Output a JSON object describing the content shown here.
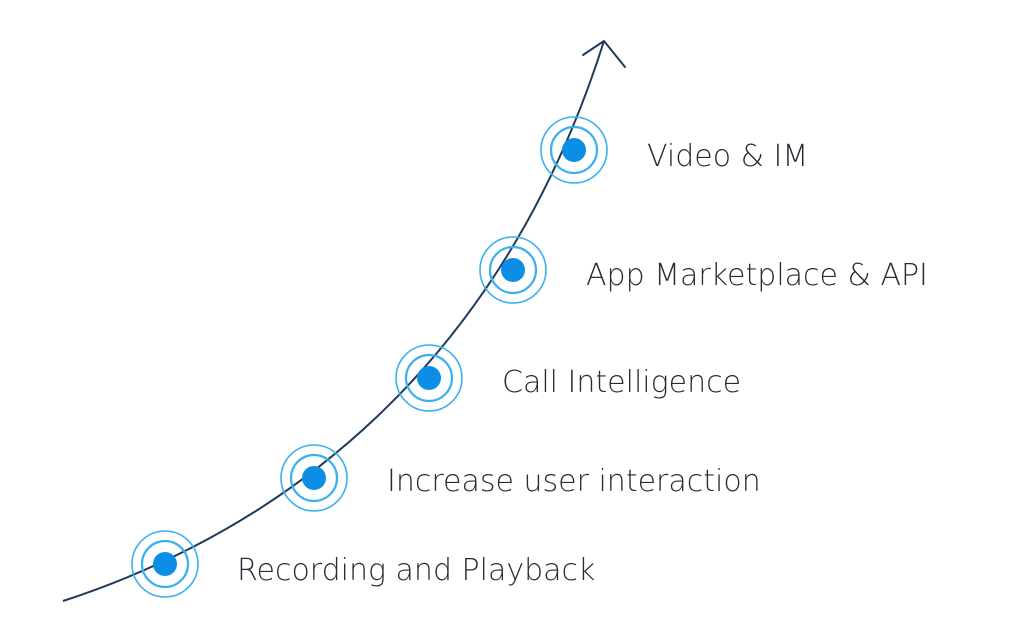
{
  "colors": {
    "curve": "#1f3a5a",
    "dot": "#0d8ee6",
    "ring": "#3ab0ef",
    "text": "#262b33"
  },
  "milestones": [
    {
      "label": "Recording and Playback"
    },
    {
      "label": "Increase user interaction"
    },
    {
      "label": "Call Intelligence"
    },
    {
      "label": "App Marketplace & API"
    },
    {
      "label": "Video & IM"
    }
  ]
}
